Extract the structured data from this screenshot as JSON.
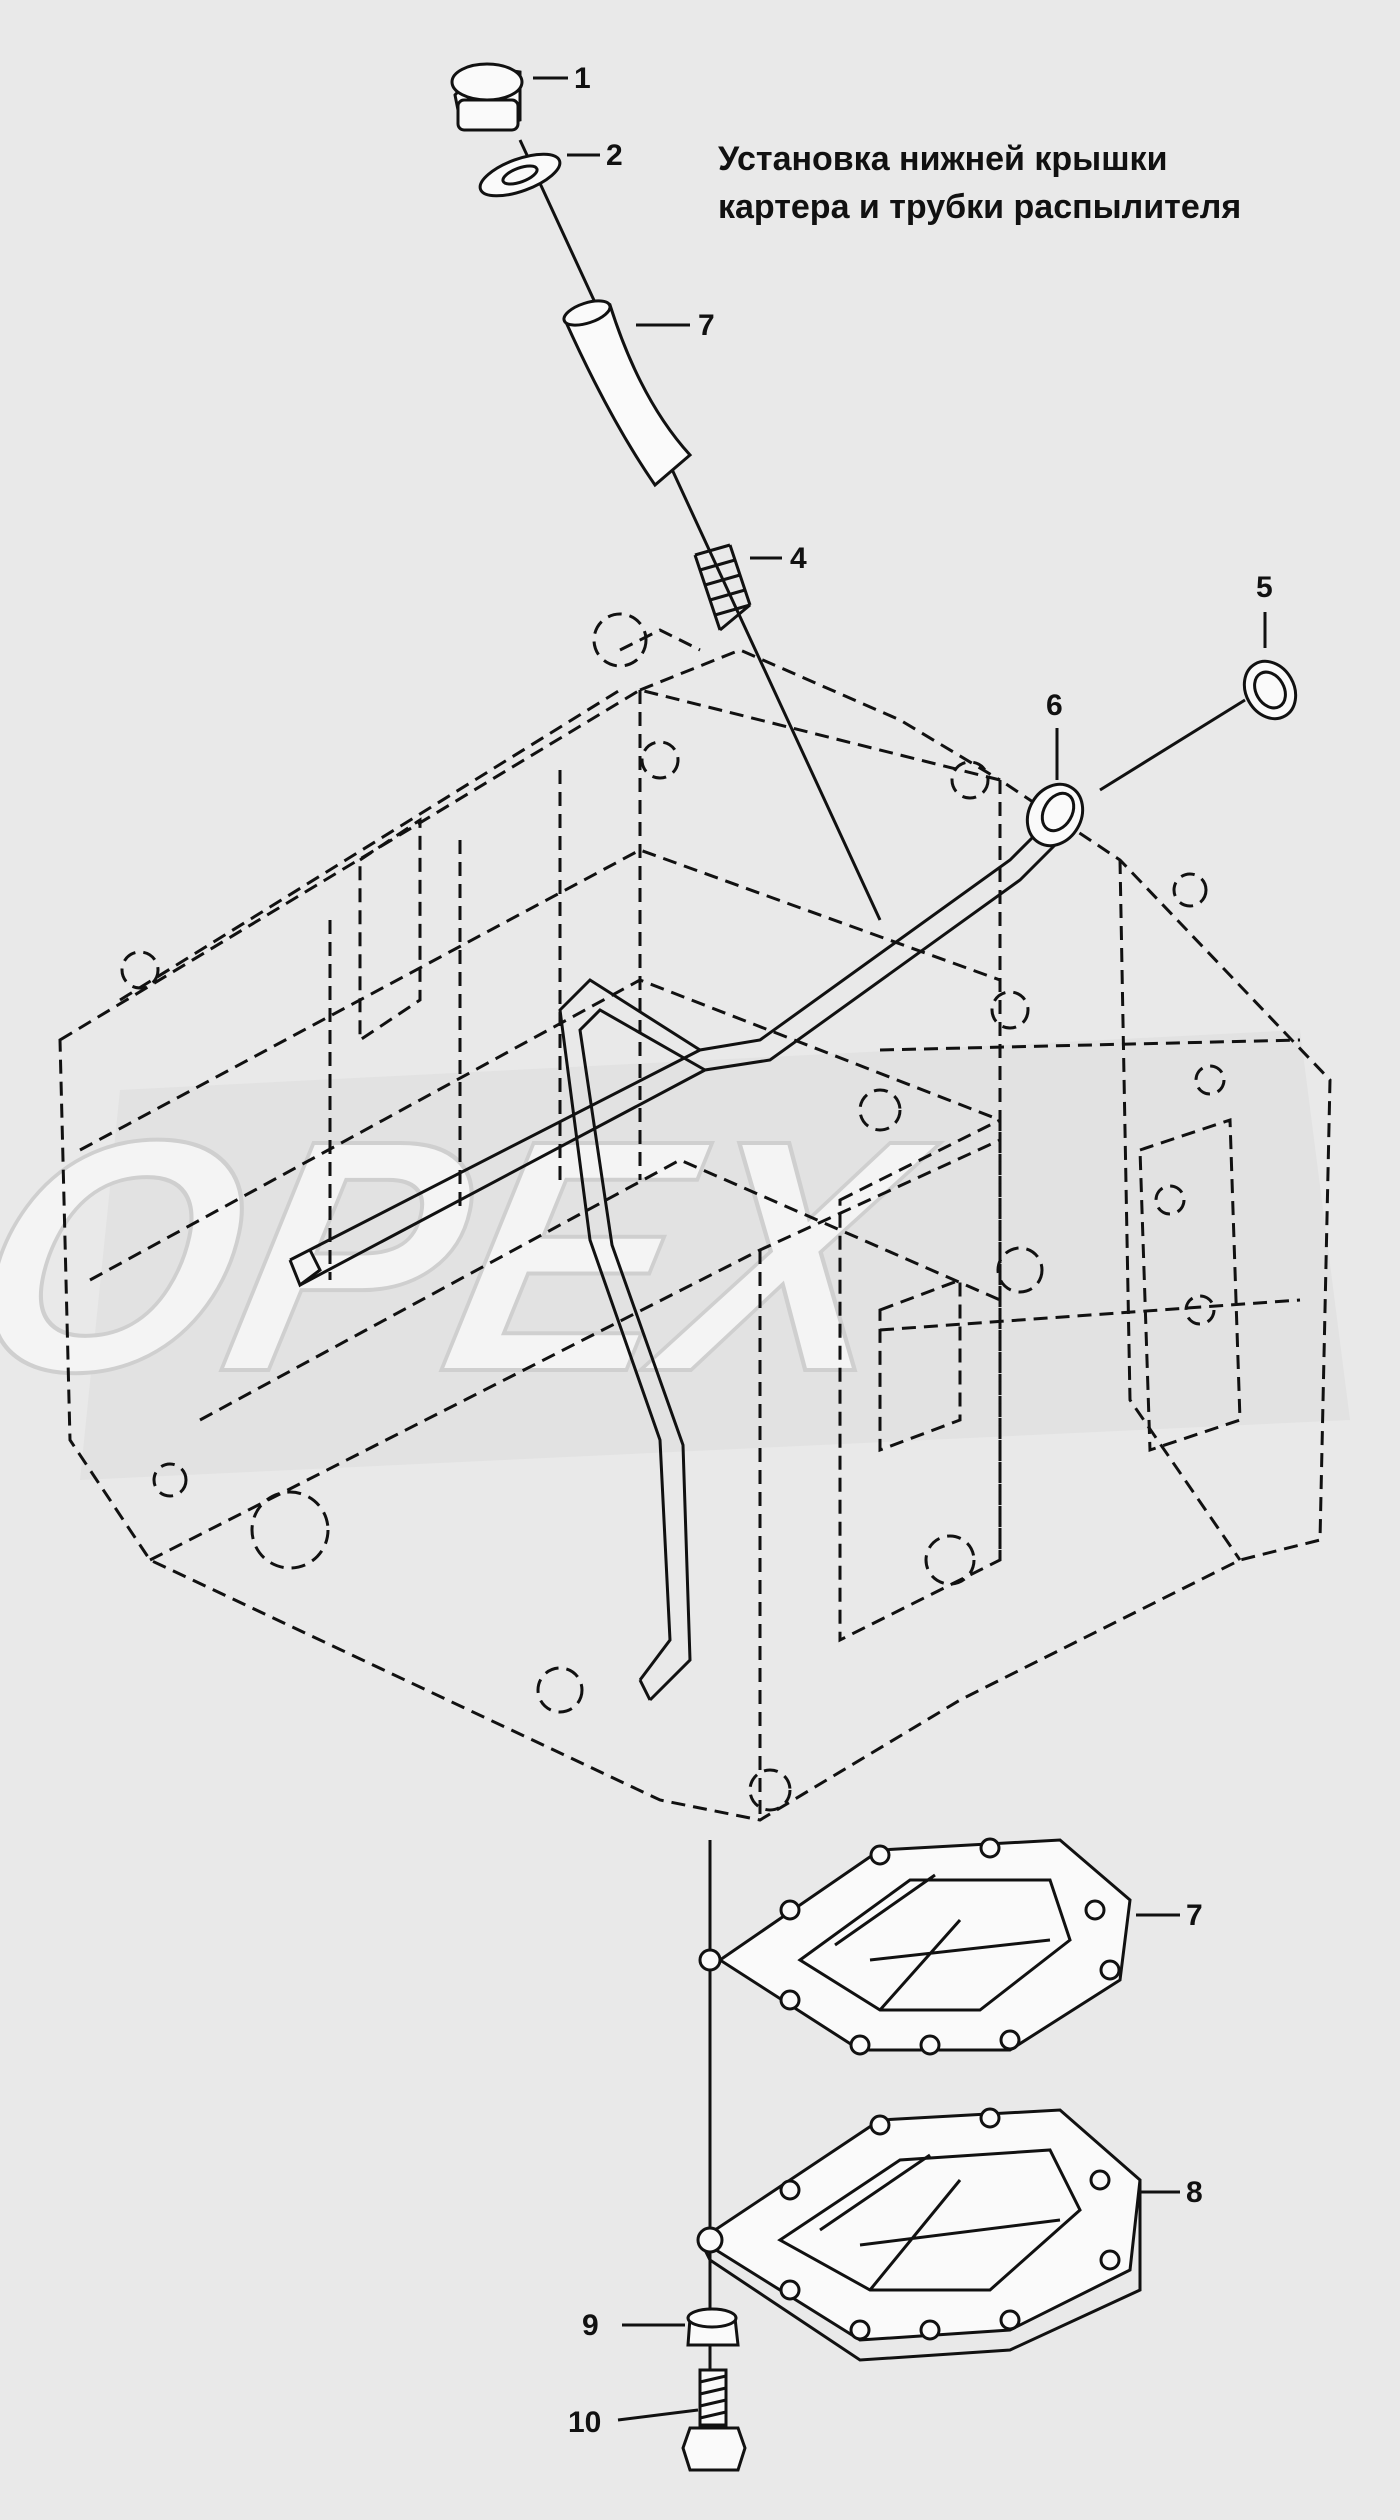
{
  "title": {
    "line1": "Установка нижней крышки",
    "line2": "картера и трубки распылителя"
  },
  "watermark": {
    "text": "OPEX",
    "color": "#d9d9d9"
  },
  "callouts": [
    {
      "id": "c1",
      "label": "1"
    },
    {
      "id": "c2",
      "label": "2"
    },
    {
      "id": "c7a",
      "label": "7"
    },
    {
      "id": "c4",
      "label": "4"
    },
    {
      "id": "c5",
      "label": "5"
    },
    {
      "id": "c6",
      "label": "6"
    },
    {
      "id": "c7b",
      "label": "7"
    },
    {
      "id": "c8",
      "label": "8"
    },
    {
      "id": "c9",
      "label": "9"
    },
    {
      "id": "c10",
      "label": "10"
    }
  ]
}
